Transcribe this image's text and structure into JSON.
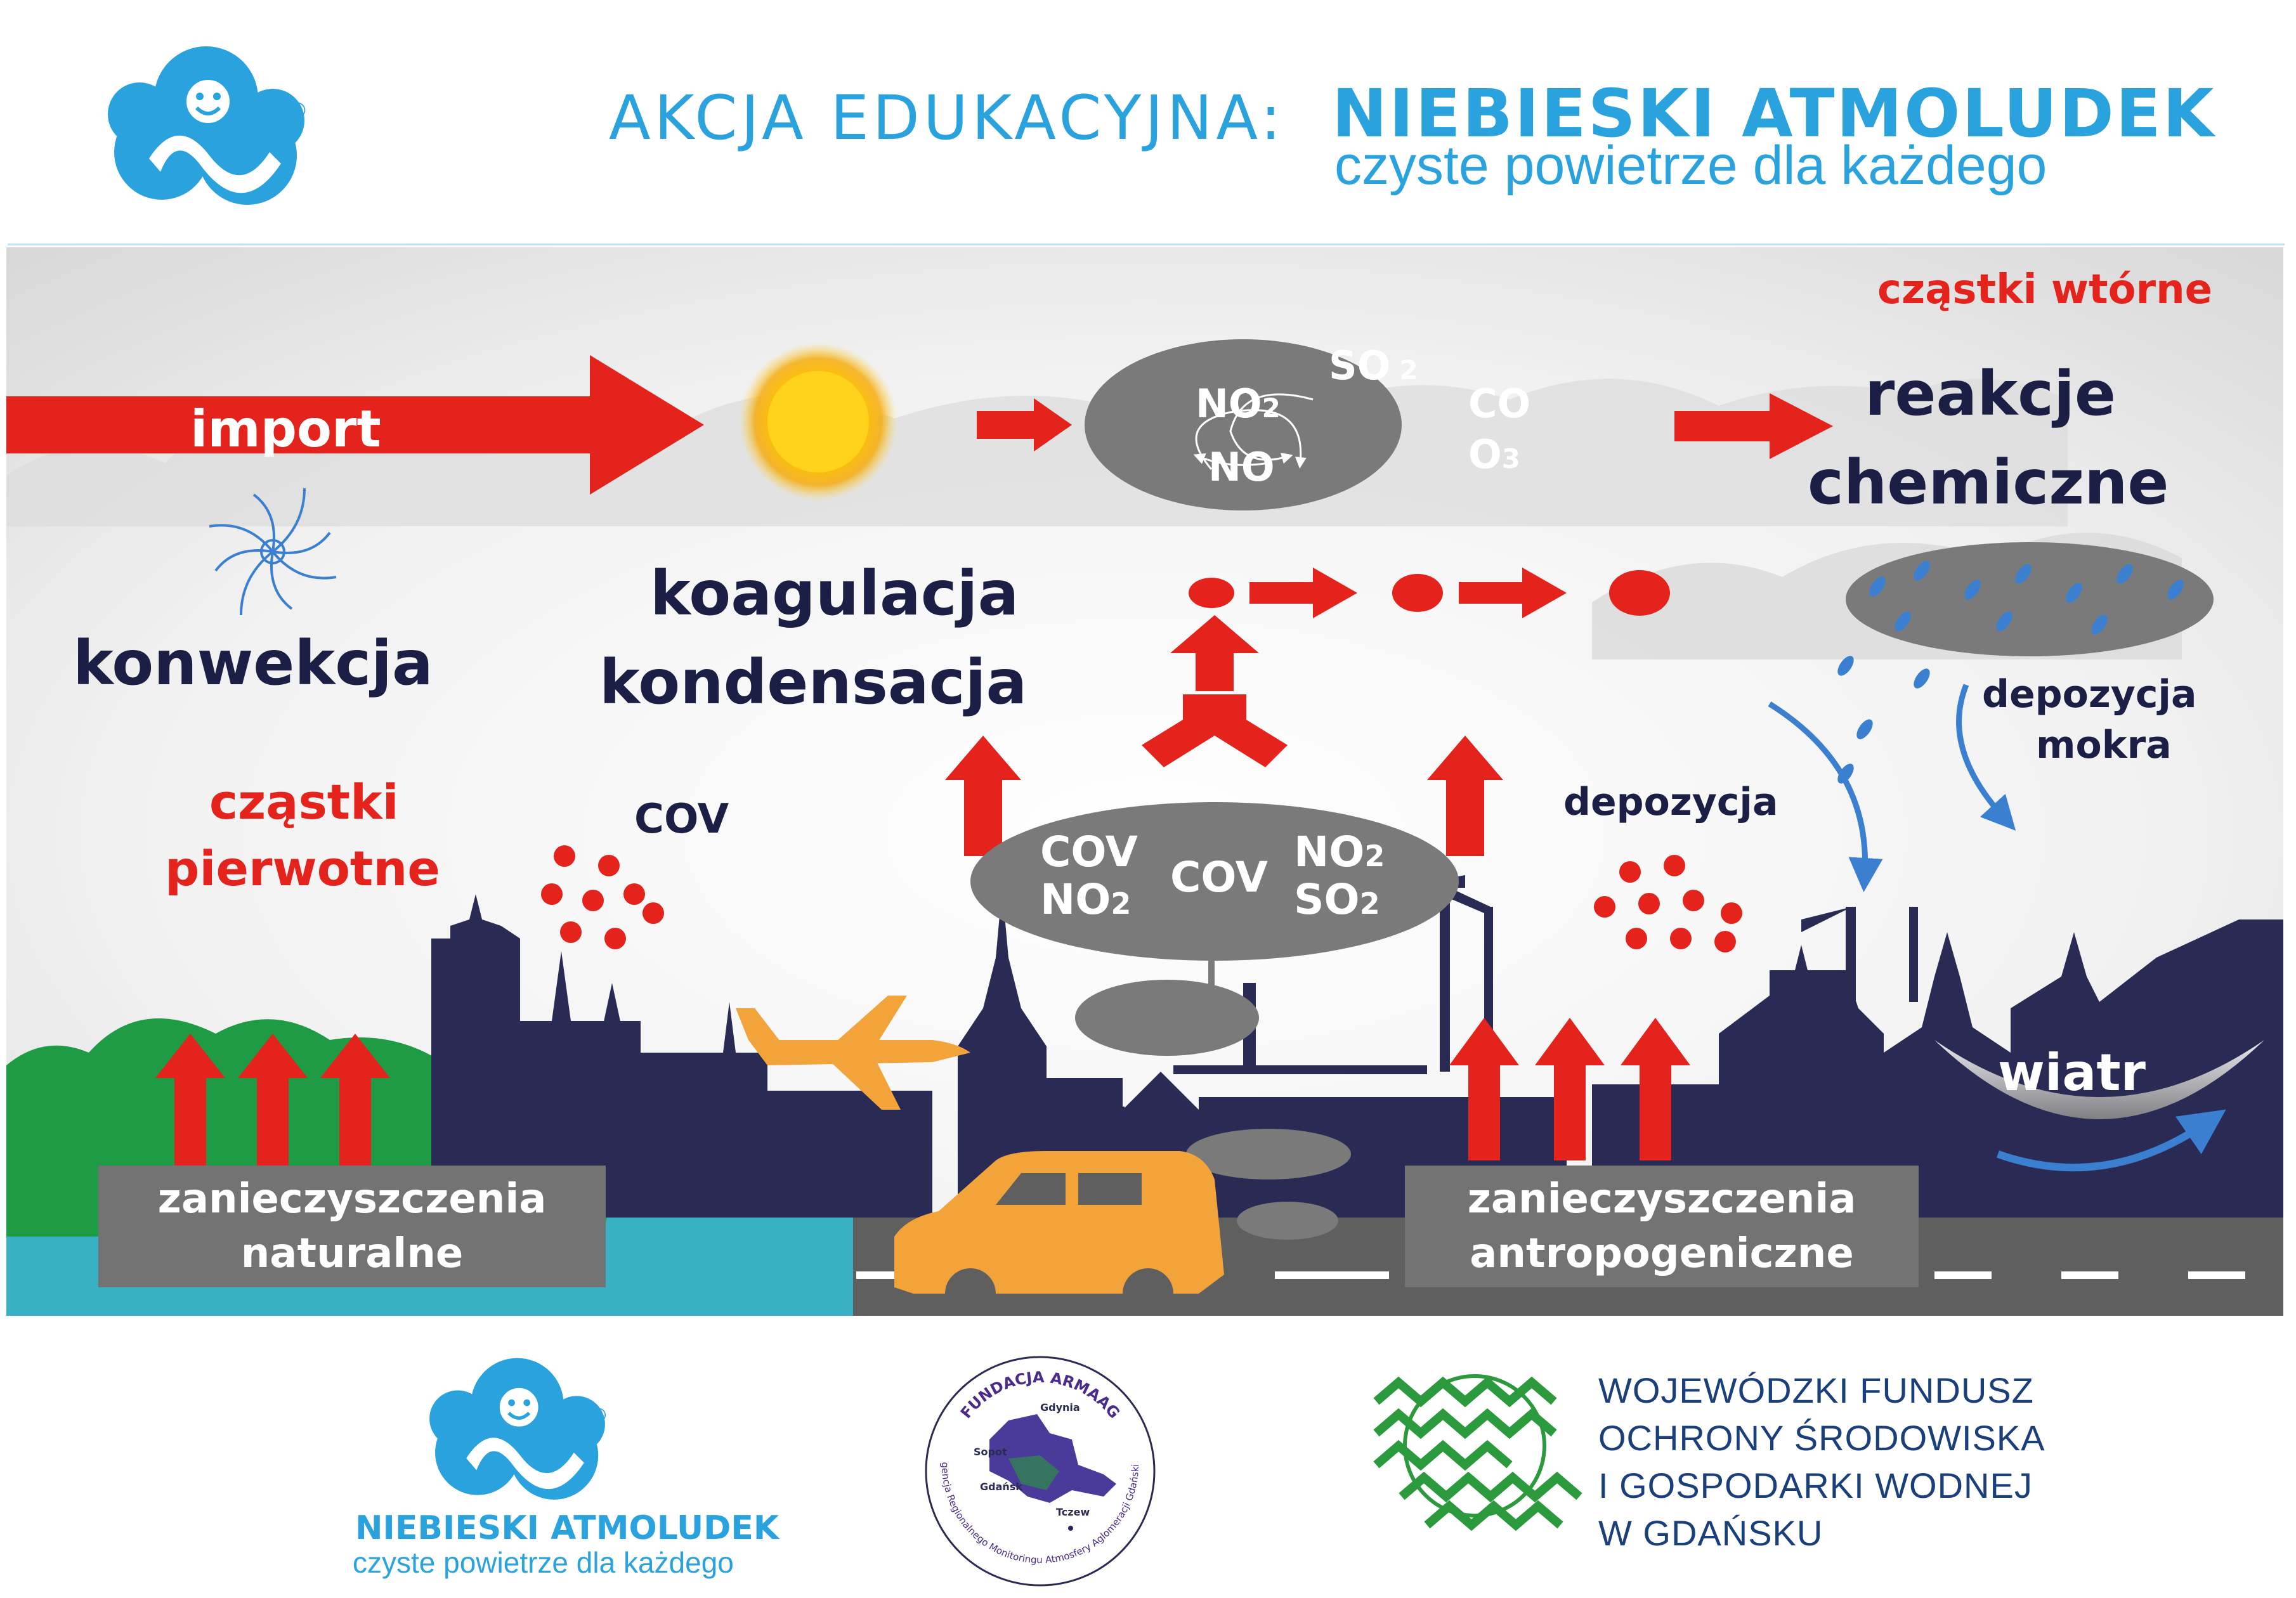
{
  "header": {
    "left_label": "AKCJA EDUKACYJNA:",
    "brand_name": "NIEBIESKI ATMOLUDEK",
    "brand_tagline": "czyste powietrze dla każdego"
  },
  "logo": {
    "mark": "®"
  },
  "diagram": {
    "import": "import",
    "konwekcja": "konwekcja",
    "koagulacja": "koagulacja",
    "kondensacja": "kondensacja",
    "reakcje": "reakcje",
    "chemiczne": "chemiczne",
    "czastki_wtorne": "cząstki wtórne",
    "czastki": "cząstki",
    "pierwotne": "pierwotne",
    "cov_top": "COV",
    "depozycja": "depozycja",
    "depozycja_mokra_1": "depozycja",
    "depozycja_mokra_2": "mokra",
    "wiatr": "wiatr",
    "upper_cloud": {
      "so": "SO",
      "so_sub": "2",
      "no2": "NO",
      "no2_sub": "2",
      "no": "NO",
      "co": "CO",
      "o3": "O",
      "o3_sub": "3"
    },
    "lower_cloud": {
      "cov1": "COV",
      "no2a": "NO",
      "no2a_sub": "2",
      "cov2": "COV",
      "no2b": "NO",
      "no2b_sub": "2",
      "so2": "SO",
      "so2_sub": "2"
    },
    "natural_1": "zanieczyszczenia",
    "natural_2": "naturalne",
    "anthro_1": "zanieczyszczenia",
    "anthro_2": "antropogeniczne"
  },
  "footer": {
    "brand_name": "NIEBIESKI ATMOLUDEK",
    "brand_tagline": "czyste powietrze dla każdego",
    "armaag_title": "FUNDACJA ARMAAG",
    "armaag_ring": "Agencja Regionalnego Monitoringu Atmosfery Aglomeracji Gdańskiej",
    "map_gdynia": "Gdynia",
    "map_sopot": "Sopot",
    "map_gdansk": "Gdańsk",
    "map_tczew": "Tczew",
    "wfos_1": "WOJEWÓDZKI FUNDUSZ",
    "wfos_2": "OCHRONY ŚRODOWISKA",
    "wfos_3": "I GOSPODARKI WODNEJ",
    "wfos_4": "W GDAŃSKU"
  },
  "colors": {
    "brand_blue": "#2aa2dd",
    "arrow_red": "#e3231c",
    "city_navy": "#2a2b55",
    "cloud_grey": "#7a7a7a",
    "hill_green": "#1f9a45",
    "water_teal": "#3ab0c5",
    "car_orange": "#f2a33a",
    "wfos_green": "#2a9a3c"
  },
  "icons": [
    "atmoludek-logo-icon",
    "sun-icon",
    "swirl-icon",
    "airplane-icon",
    "car-icon",
    "raindrop-icon",
    "wfos-waves-icon",
    "pomerania-map-icon"
  ]
}
